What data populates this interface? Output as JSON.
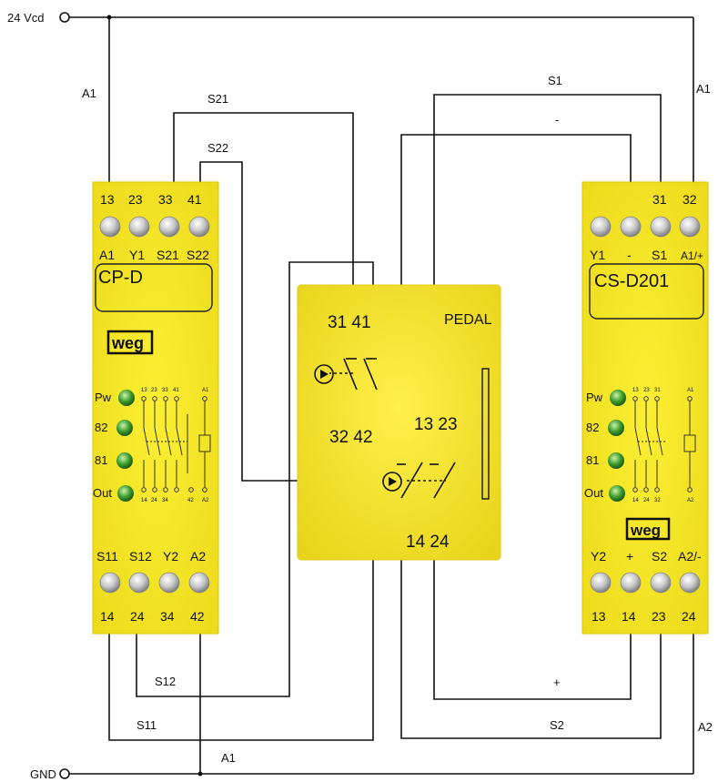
{
  "rails": {
    "top": "24 Vcd",
    "bottom": "GND"
  },
  "wires": {
    "left_a1": "A1",
    "s21": "S21",
    "s22": "S22",
    "s1": "S1",
    "minus": "-",
    "right_a1": "A1",
    "s12": "S12",
    "s11": "S11",
    "bottom_a1": "A1",
    "plus": "+",
    "s2": "S2",
    "a2": "A2"
  },
  "cpd": {
    "model": "CP-D",
    "logo": "weg",
    "top_numbers": [
      "13",
      "23",
      "33",
      "41"
    ],
    "top_terminals": [
      "A1",
      "Y1",
      "S21",
      "S22"
    ],
    "bottom_terminals": [
      "S11",
      "S12",
      "Y2",
      "A2"
    ],
    "bottom_numbers": [
      "14",
      "24",
      "34",
      "42"
    ],
    "leds": [
      "Pw",
      "82",
      "81",
      "Out"
    ],
    "contact_top": [
      "13",
      "23",
      "33",
      "41",
      "A1"
    ],
    "contact_bottom": [
      "14",
      "24",
      "34",
      "42",
      "A2"
    ]
  },
  "pedal": {
    "title": "PEDAL",
    "nc_top": "31 41",
    "nc_bottom": "32 42",
    "no_top": "13 23",
    "no_bottom": "14 24"
  },
  "csd": {
    "model": "CS-D201",
    "logo": "weg",
    "top_numbers": [
      "31",
      "32"
    ],
    "top_terminals": [
      "Y1",
      "-",
      "S1",
      "A1/+"
    ],
    "bottom_terminals": [
      "Y2",
      "+",
      "S2",
      "A2/-"
    ],
    "bottom_numbers": [
      "13",
      "14",
      "23",
      "24"
    ],
    "leds": [
      "Pw",
      "82",
      "81",
      "Out"
    ],
    "contact_top": [
      "13",
      "23",
      "31",
      "A1"
    ],
    "contact_bottom": [
      "14",
      "24",
      "32",
      "A2"
    ]
  },
  "colors": {
    "module_fill": "#f2e61c",
    "module_edge": "#e2d000",
    "wire": "#111111",
    "led": "#3a9a2a"
  }
}
